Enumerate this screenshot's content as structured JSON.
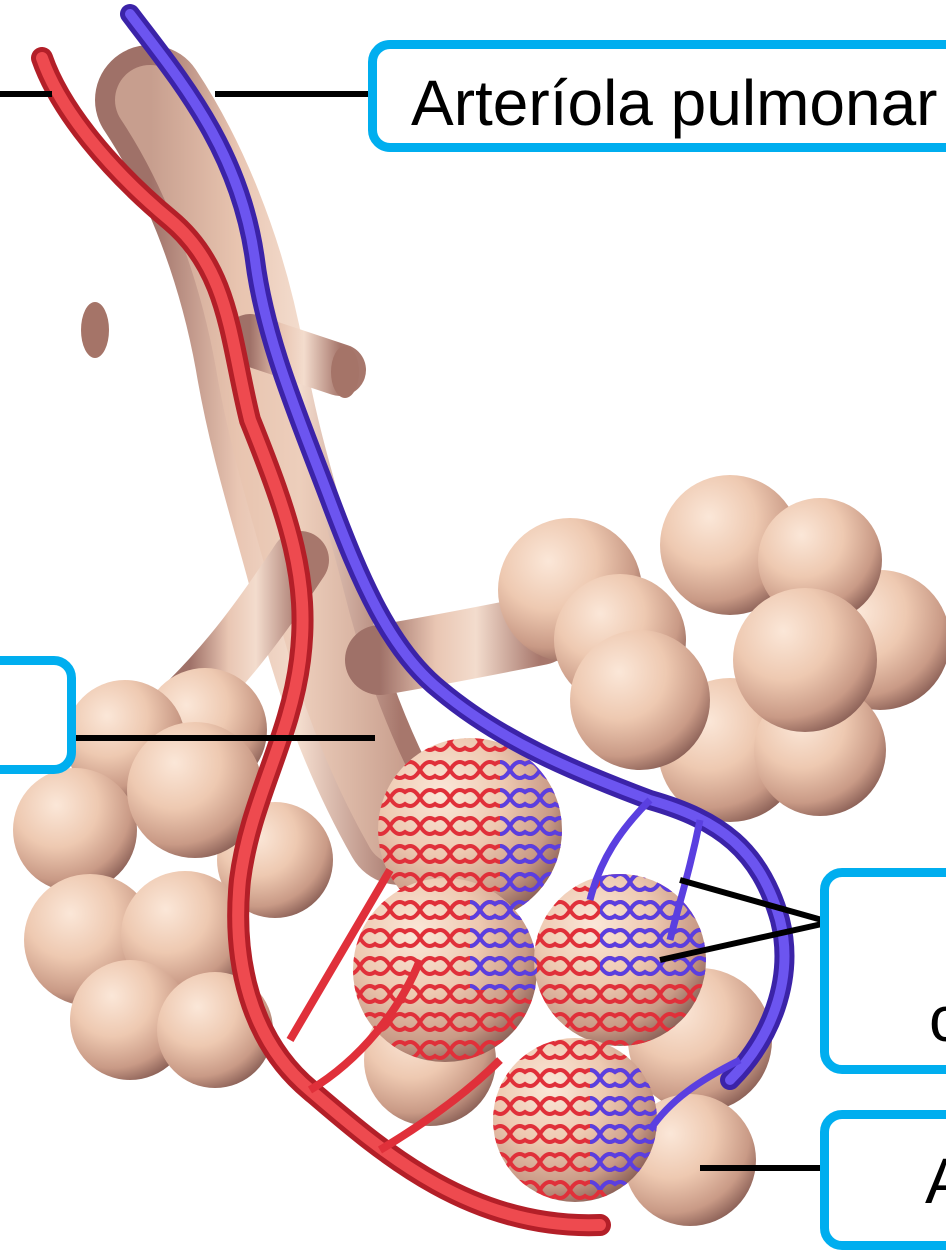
{
  "labels": {
    "arteriole": "Arteríola pulmonar",
    "capillary_visible": "c",
    "alveolus_visible": "A"
  },
  "colors": {
    "label_border": "#00aeef",
    "leader_line": "#000000",
    "vessel_red": "#e8333a",
    "vessel_blue": "#5a3fe0",
    "tissue": "#eac3ab"
  }
}
